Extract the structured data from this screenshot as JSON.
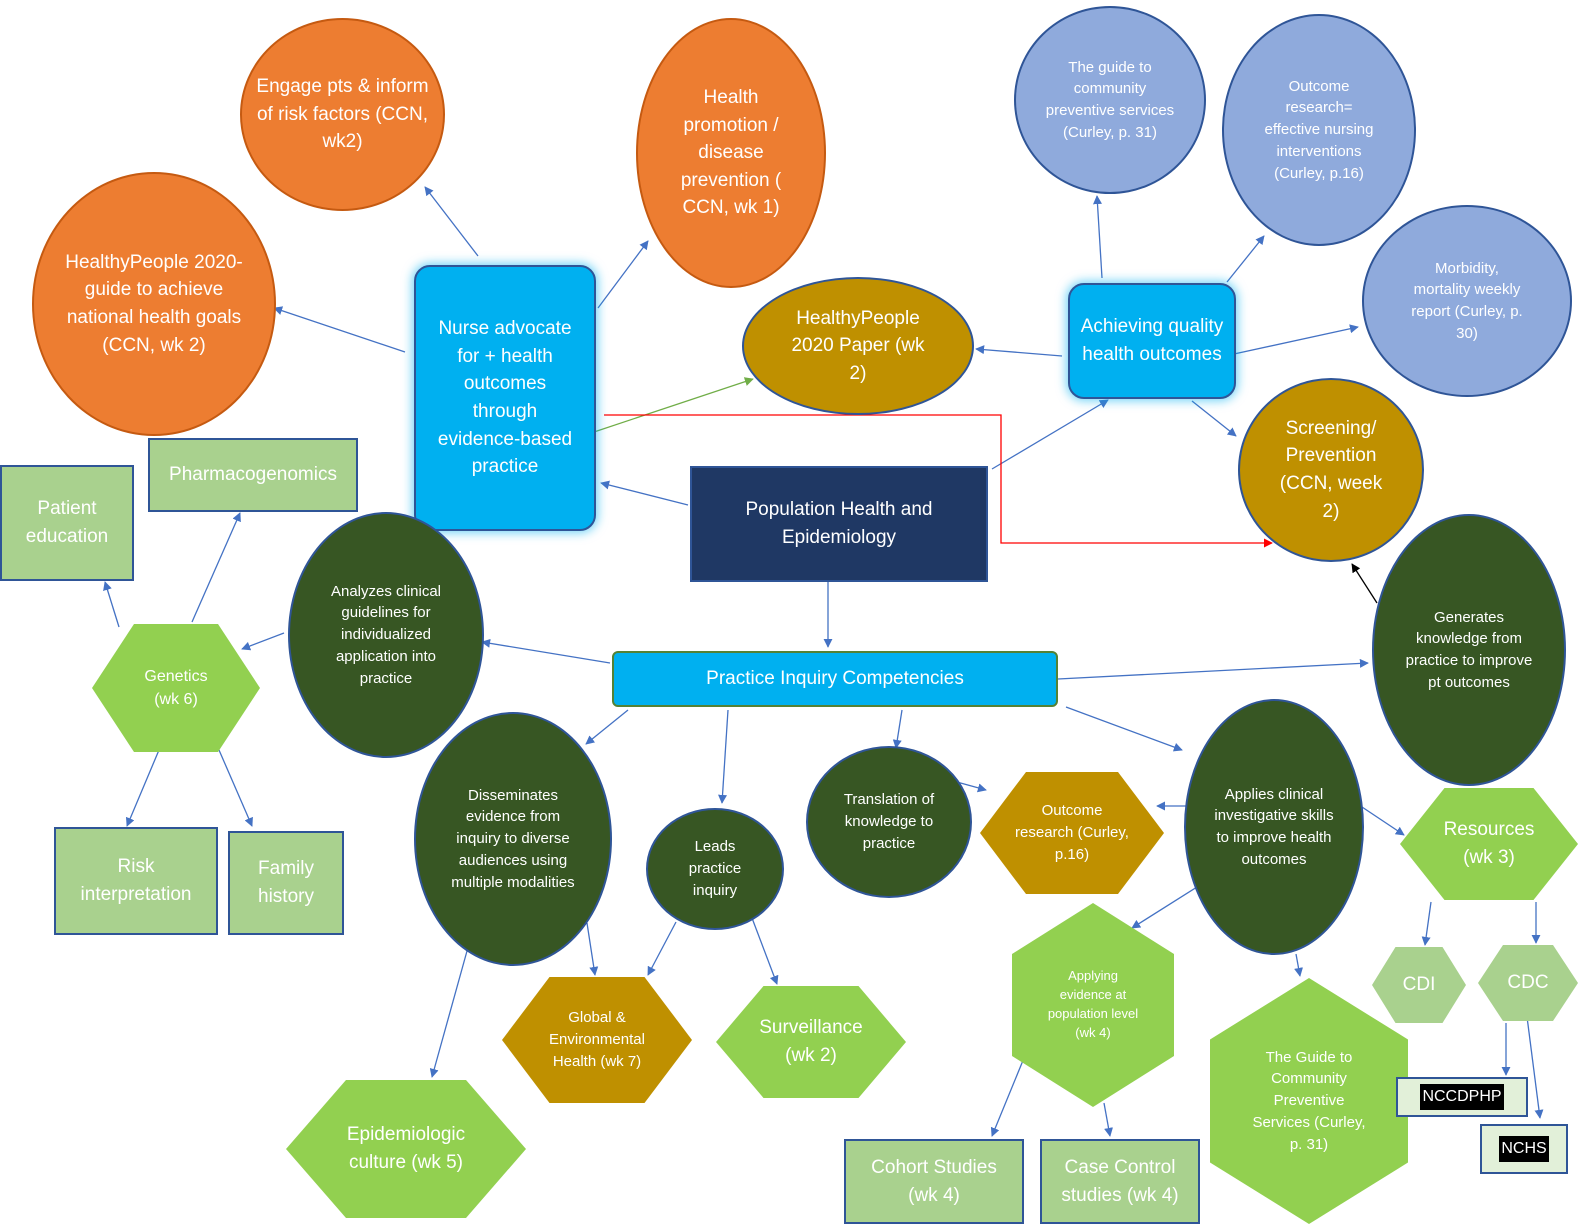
{
  "colors": {
    "orange": "#ed7d31",
    "light_blue": "#8faadc",
    "gold": "#bf9000",
    "dark_green": "#375623",
    "cyan": "#00b0f0",
    "navy": "#1f3864",
    "light_green": "#92d050",
    "pale_green": "#a9d18e",
    "edge_blue": "#4472c4",
    "edge_red": "#ff0000",
    "edge_green": "#70ad47",
    "edge_black": "#000000"
  },
  "nodes": {
    "engage": "Engage pts & inform of risk factors (CCN, wk2)",
    "health_promotion": "Health promotion / disease prevention ( CCN, wk 1)",
    "healthypeople_guide": "HealthyPeople 2020- guide to achieve national health goals (CCN, wk 2)",
    "nurse_advocate": "Nurse advocate for + health outcomes through evidence-based practice",
    "healthypeople_paper": "HealthyPeople 2020 Paper (wk 2)",
    "guide_community": "The guide to community preventive services (Curley, p. 31)",
    "outcome_research_blue": "Outcome research= effective nursing interventions (Curley, p.16)",
    "morbidity": "Morbidity, mortality weekly report (Curley, p. 30)",
    "achieving_quality": "Achieving quality health outcomes",
    "screening": "Screening/ Prevention (CCN, week 2)",
    "population_health": "Population Health and Epidemiology",
    "pharmacogenomics": "Pharmacogenomics",
    "patient_education": "Patient education",
    "analyzes": "Analyzes clinical guidelines for individualized application into practice",
    "generates": "Generates knowledge from practice to improve pt outcomes",
    "genetics": "Genetics (wk 6)",
    "practice_inquiry": "Practice Inquiry Competencies",
    "risk_interpretation": "Risk interpretation",
    "family_history": "Family history",
    "disseminates": "Disseminates evidence from inquiry to diverse audiences using multiple modalities",
    "leads": "Leads practice inquiry",
    "translation": "Translation of knowledge to practice",
    "outcome_research_hex": "Outcome research (Curley, p.16)",
    "applies": "Applies clinical investigative skills to improve health outcomes",
    "resources": "Resources (wk 3)",
    "cdi": "CDI",
    "cdc": "CDC",
    "global_env": "Global & Environmental Health (wk 7)",
    "surveillance": "Surveillance (wk 2)",
    "applying_evidence": "Applying evidence at population level (wk 4)",
    "guide_community_hex": "The Guide to Community Preventive Services (Curley, p. 31)",
    "nccdphp": "NCCDPHP",
    "nchs": "NCHS",
    "epidemiologic": "Epidemiologic culture (wk 5)",
    "cohort": "Cohort Studies (wk 4)",
    "case_control": "Case Control studies (wk 4)"
  }
}
